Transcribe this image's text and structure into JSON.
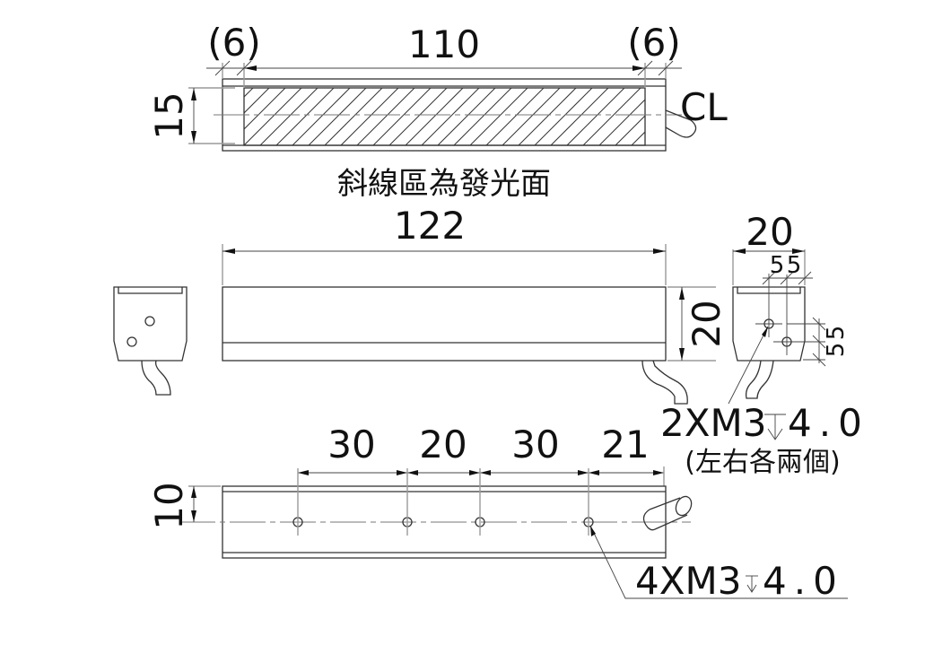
{
  "title": "LED bar light dimension drawing",
  "top_view": {
    "dim_left_margin": "(6)",
    "dim_emitting_length": "110",
    "dim_right_margin": "(6)",
    "dim_height": "15",
    "centerline_label": "CL",
    "caption": "斜線區為發光面"
  },
  "front_view": {
    "dim_total_length": "122",
    "dim_height": "20"
  },
  "end_view": {
    "dim_width": "20",
    "dim_hole_horizontal_1": "5",
    "dim_hole_horizontal_2": "5",
    "dim_hole_vertical_1": "5",
    "dim_hole_vertical_2": "5",
    "hole_callout": "2XM3",
    "hole_depth_symbol": "depth-symbol",
    "hole_depth": "4.0",
    "hole_note": "(左右各兩個)"
  },
  "bottom_view": {
    "dim_spacing_1": "30",
    "dim_spacing_2": "20",
    "dim_spacing_3": "30",
    "dim_spacing_4": "21",
    "dim_height": "10",
    "hole_callout": "4XM3",
    "hole_depth": "4.0"
  }
}
